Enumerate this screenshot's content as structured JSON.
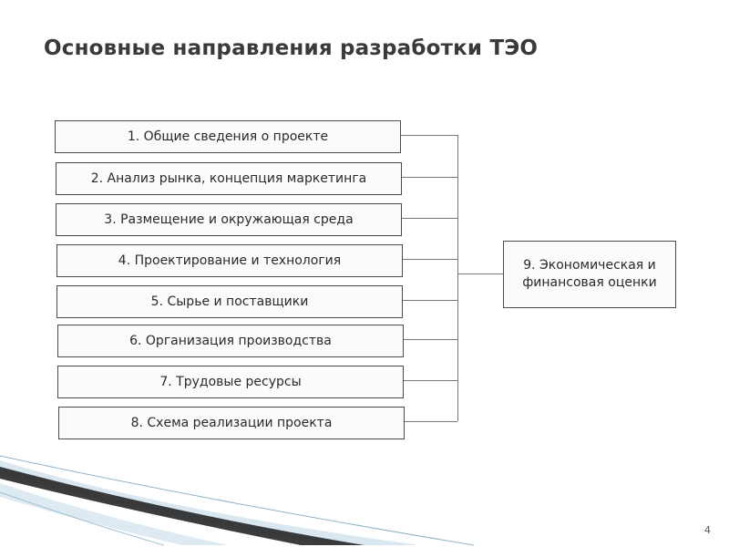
{
  "slide": {
    "title": "Основные направления разработки ТЭО",
    "page_number": "4"
  },
  "diagram": {
    "sources": [
      "1. Общие сведения о проекте",
      "2. Анализ рынка, концепция маркетинга",
      "3. Размещение и окружающая среда",
      "4. Проектирование и технология",
      "5. Сырье и поставщики",
      "6. Организация производства",
      "7. Трудовые ресурсы",
      "8. Схема реализации проекта"
    ],
    "target": "9. Экономическая и финансовая оценки"
  }
}
